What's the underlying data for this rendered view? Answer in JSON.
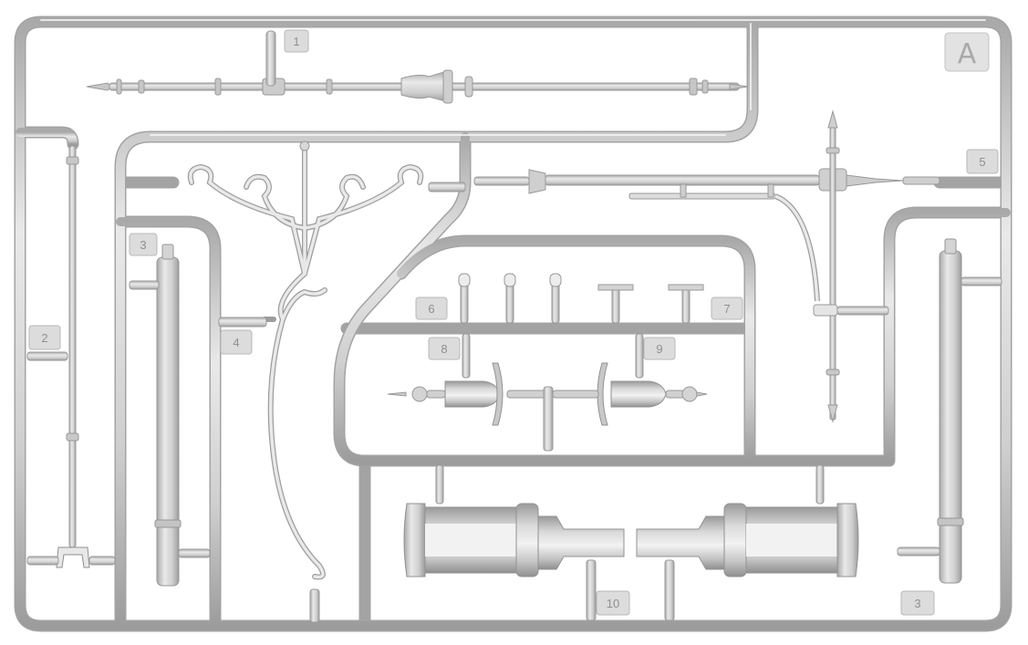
{
  "sprue": {
    "frame_letter": "A",
    "part_tags": [
      {
        "id": "tag-1",
        "label": "1"
      },
      {
        "id": "tag-2",
        "label": "2"
      },
      {
        "id": "tag-3a",
        "label": "3"
      },
      {
        "id": "tag-3b",
        "label": "3"
      },
      {
        "id": "tag-4",
        "label": "4"
      },
      {
        "id": "tag-5",
        "label": "5"
      },
      {
        "id": "tag-6",
        "label": "6"
      },
      {
        "id": "tag-7",
        "label": "7"
      },
      {
        "id": "tag-8",
        "label": "8"
      },
      {
        "id": "tag-9",
        "label": "9"
      },
      {
        "id": "tag-10",
        "label": "10"
      }
    ]
  },
  "colors": {
    "background": "#ffffff",
    "plastic": "#d2d2d2",
    "plastic_edge": "#a8a8a8",
    "plastic_highlight": "#ececec",
    "tag_fill": "#dcdcdc",
    "text": "#8f8f8f"
  }
}
